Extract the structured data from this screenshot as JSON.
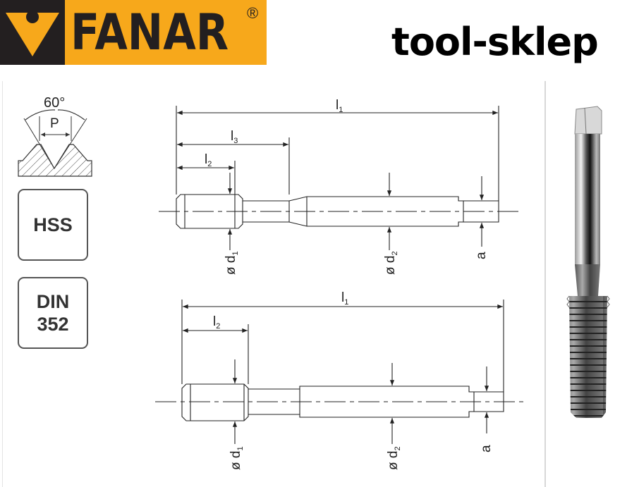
{
  "logo": {
    "brand": "FANAR",
    "registered": "®"
  },
  "header": {
    "shop_name": "tool-sklep"
  },
  "thread_profile": {
    "angle": "60°",
    "pitch": "P"
  },
  "badges": [
    {
      "line1": "HSS"
    },
    {
      "line1": "DIN",
      "line2": "352"
    }
  ],
  "drawing_top": {
    "l1": {
      "main": "l",
      "sub": "1"
    },
    "l3": {
      "main": "l",
      "sub": "3"
    },
    "l2": {
      "main": "l",
      "sub": "2"
    },
    "d1": {
      "main": "ø d",
      "sub": "1"
    },
    "d2": {
      "main": "ø d",
      "sub": "2"
    },
    "a": "a"
  },
  "drawing_bottom": {
    "l1": {
      "main": "l",
      "sub": "1"
    },
    "l2": {
      "main": "l",
      "sub": "2"
    },
    "d1": {
      "main": "ø d",
      "sub": "1"
    },
    "d2": {
      "main": "ø d",
      "sub": "2"
    },
    "a": "a"
  },
  "colors": {
    "brand_orange": "#f7a81b",
    "brand_dark": "#231f20"
  }
}
